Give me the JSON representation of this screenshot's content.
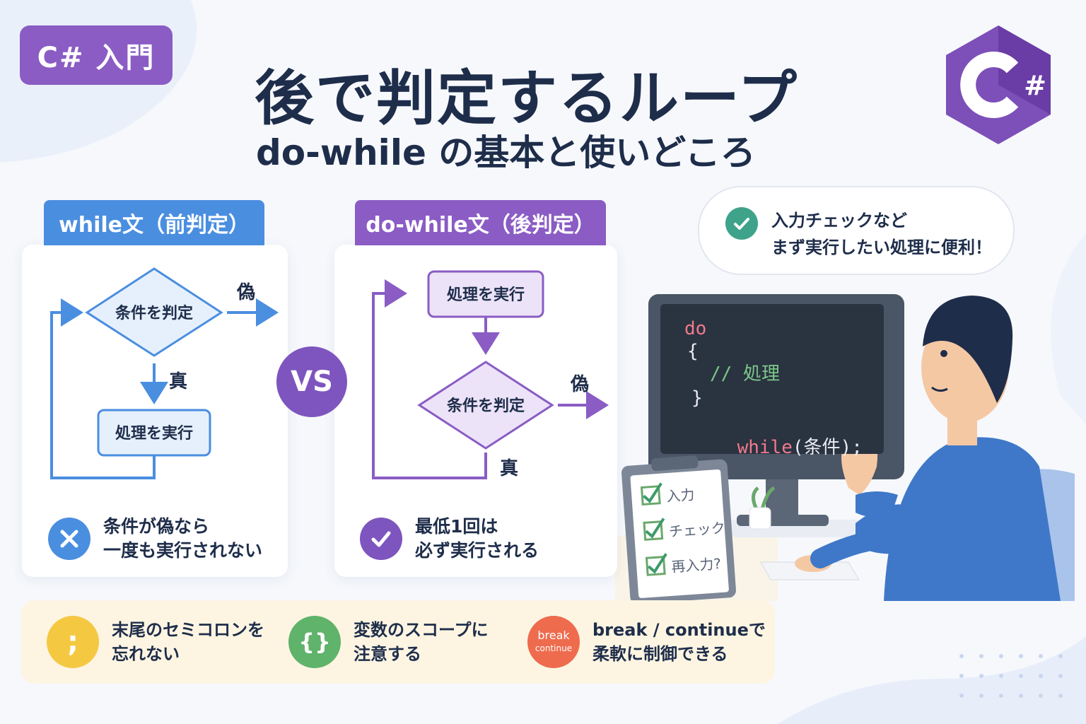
{
  "badge": "C# 入門",
  "title": "後で判定するループ",
  "subtitle": "do-while の基本と使いどころ",
  "logo_text": "#",
  "while_panel": {
    "header": "while文（前判定）",
    "condition": "条件を判定",
    "process": "処理を実行",
    "false_label": "偽",
    "true_label": "真",
    "result_line1": "条件が偽なら",
    "result_line2": "一度も実行されない",
    "accent": "#4a8ee0"
  },
  "vs_label": "VS",
  "dowhile_panel": {
    "header": "do-while文（後判定）",
    "process": "処理を実行",
    "condition": "条件を判定",
    "false_label": "偽",
    "true_label": "真",
    "result_line1": "最低1回は",
    "result_line2": "必ず実行される",
    "accent": "#8a5cc4"
  },
  "callout": {
    "line1": "入力チェックなど",
    "line2": "まず実行したい処理に便利！"
  },
  "code": {
    "kw_do": "do",
    "open_brace": "{",
    "comment": "// 処理",
    "close_brace": "}",
    "kw_while": "while",
    "cond": "(条件);"
  },
  "clipboard": {
    "items": [
      "入力",
      "チェック",
      "再入力?"
    ]
  },
  "tips": [
    {
      "icon": ";",
      "line1": "末尾のセミコロンを",
      "line2": "忘れない",
      "color": "#f5c842"
    },
    {
      "icon": "{}",
      "line1": "変数のスコープに",
      "line2": "注意する",
      "color": "#5fb36a"
    },
    {
      "icon_line1": "break",
      "icon_line2": "continue",
      "line1": "break / continueで",
      "line2": "柔軟に制御できる",
      "color": "#ee6b4d"
    }
  ]
}
